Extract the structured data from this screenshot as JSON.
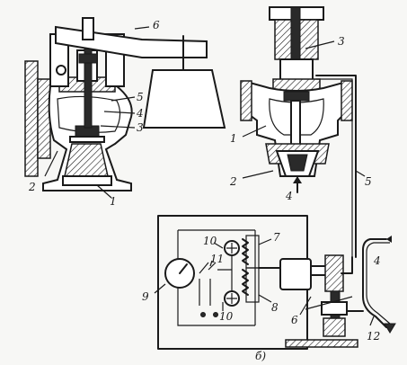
{
  "left_figure": {
    "labels": [
      "1",
      "2",
      "3",
      "4",
      "5",
      "6"
    ]
  },
  "right_figure": {
    "labels": [
      "1",
      "2",
      "3",
      "4",
      "5",
      "6",
      "7",
      "8",
      "9",
      "10",
      "10",
      "11",
      "12",
      "4"
    ],
    "caption": "б)"
  }
}
